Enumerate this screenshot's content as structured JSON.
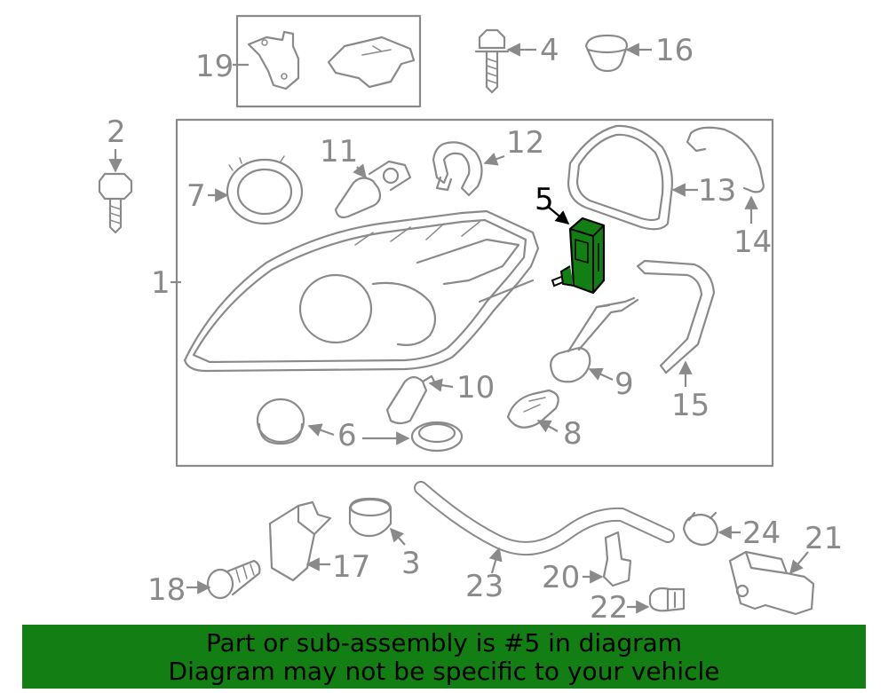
{
  "callouts": {
    "c1": "1",
    "c2": "2",
    "c3": "3",
    "c4": "4",
    "c5": "5",
    "c6": "6",
    "c7": "7",
    "c8": "8",
    "c9": "9",
    "c10": "10",
    "c11": "11",
    "c12": "12",
    "c13": "13",
    "c14": "14",
    "c15": "15",
    "c16": "16",
    "c17": "17",
    "c18": "18",
    "c19": "19",
    "c20": "20",
    "c21": "21",
    "c22": "22",
    "c23": "23",
    "c24": "24"
  },
  "highlight": {
    "part": "5",
    "color": "#137e13"
  },
  "banner": {
    "line1": "Part or sub-assembly is #5 in diagram",
    "line2": "Diagram may not be specific to your vehicle"
  }
}
